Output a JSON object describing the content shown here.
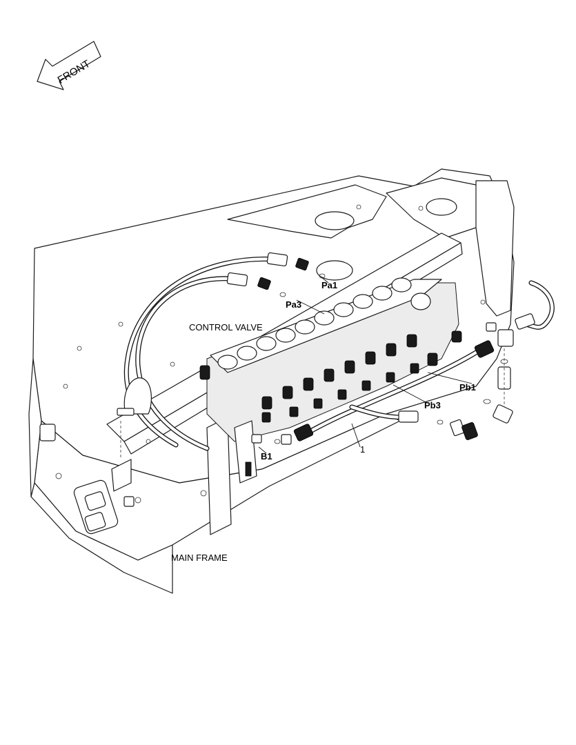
{
  "front_arrow": {
    "label": "FRONT"
  },
  "labels": {
    "control_valve": "CONTROL VALVE",
    "main_frame": "MAIN FRAME",
    "pa1": "Pa1",
    "pa3": "Pa3",
    "pb1": "Pb1",
    "pb3": "Pb3",
    "b1": "B1",
    "item_1": "1"
  },
  "colors": {
    "line": "#111111",
    "background": "#ffffff",
    "fill_shade": "#ececec"
  }
}
